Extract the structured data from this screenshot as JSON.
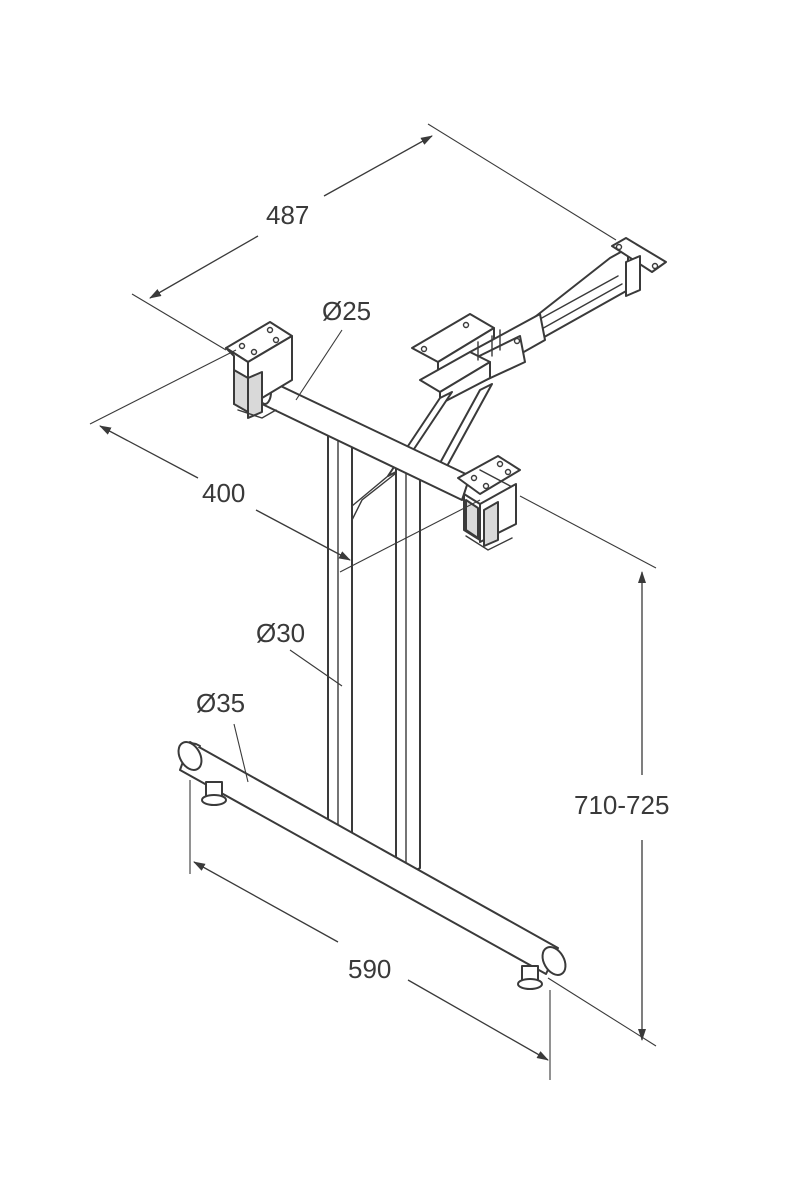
{
  "dimensions": {
    "top_length": "487",
    "top_depth": "400",
    "height": "710-725",
    "base_length": "590"
  },
  "tube_diameters": {
    "top_tube": "Ø25",
    "column_tube": "Ø30",
    "foot_tube": "Ø35"
  },
  "colors": {
    "line": "#3a3a3a",
    "background": "#ffffff"
  }
}
